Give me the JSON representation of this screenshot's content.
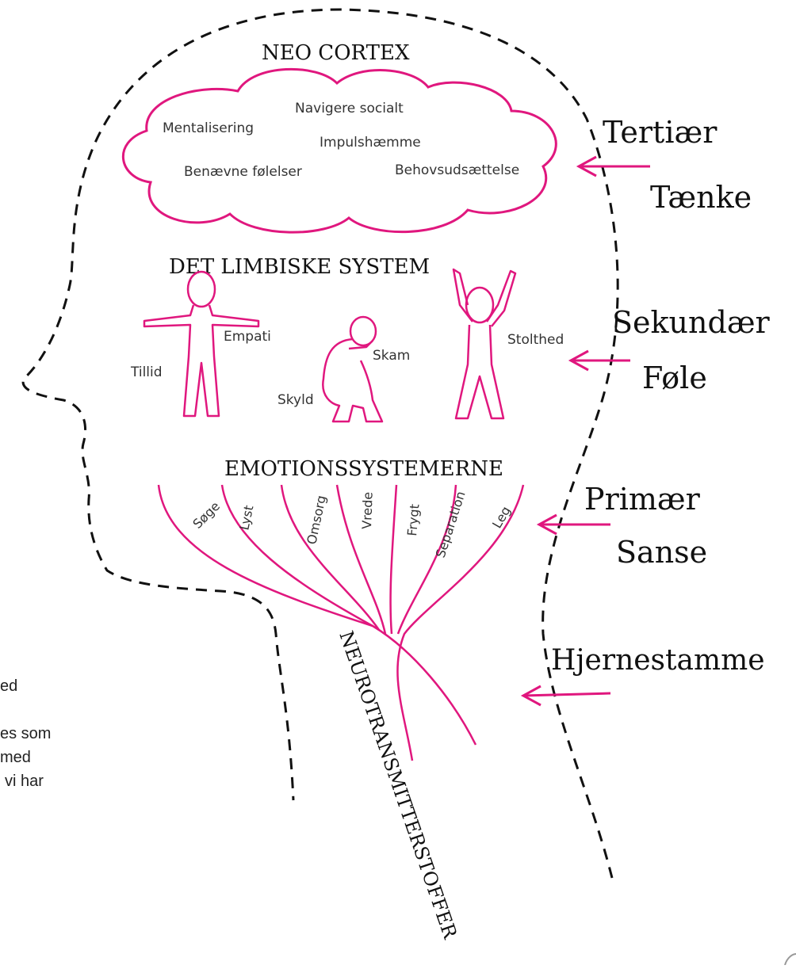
{
  "colors": {
    "accent": "#e0177e",
    "ink": "#111111",
    "text": "#333333"
  },
  "neocortex": {
    "title": "NEO CORTEX",
    "items": [
      "Navigere socialt",
      "Mentalisering",
      "Impulshæmme",
      "Benævne følelser",
      "Behovsudsættelse"
    ]
  },
  "limbic": {
    "title": "DET LIMBISKE SYSTEM",
    "labels": [
      "Empati",
      "Tillid",
      "Skam",
      "Skyld",
      "Stolthed"
    ]
  },
  "emotions": {
    "title": "EMOTIONSSYSTEMERNE",
    "branches": [
      "Søge",
      "Lyst",
      "Omsorg",
      "Vrede",
      "Frygt",
      "Separation",
      "Leg"
    ]
  },
  "neurotransmitters": {
    "label": "NEUROTRANSMITTERSTOFFER"
  },
  "levels": [
    {
      "line1": "Tertiær",
      "line2": "Tænke"
    },
    {
      "line1": "Sekundær",
      "line2": "Føle"
    },
    {
      "line1": "Primær",
      "line2": "Sanse"
    },
    {
      "line1": "Hjernestamme",
      "line2": ""
    }
  ],
  "side_text": [
    "ed",
    "es som",
    "med",
    "vi har"
  ]
}
